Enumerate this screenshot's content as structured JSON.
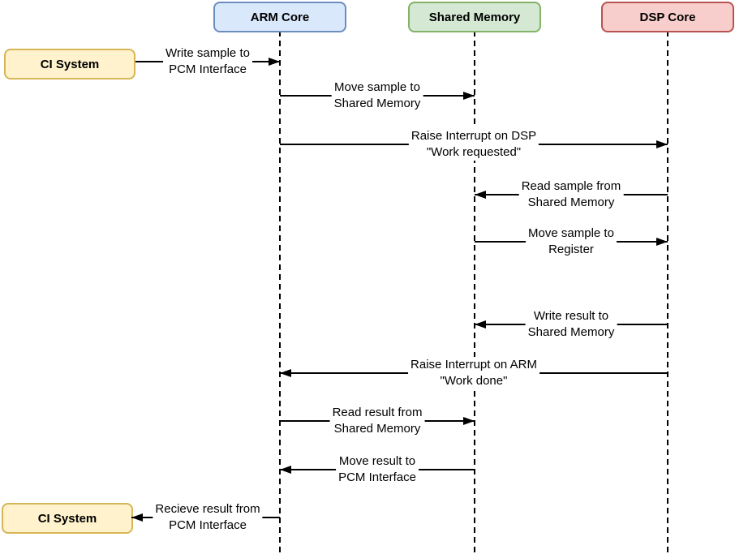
{
  "diagram": {
    "type": "sequence-diagram",
    "actors": [
      {
        "id": "arm",
        "label": "ARM Core"
      },
      {
        "id": "shared",
        "label": "Shared Memory"
      },
      {
        "id": "dsp",
        "label": "DSP Core"
      }
    ],
    "external_actors": [
      {
        "id": "ci-top",
        "label": "CI System",
        "position": "top-left"
      },
      {
        "id": "ci-bottom",
        "label": "CI System",
        "position": "bottom-left"
      }
    ],
    "messages": [
      {
        "text": "Write sample to\nPCM Interface",
        "from": "CI System",
        "to": "ARM Core",
        "direction": "right"
      },
      {
        "text": "Move sample to\nShared Memory",
        "from": "ARM Core",
        "to": "Shared Memory",
        "direction": "right"
      },
      {
        "text": "Raise Interrupt on DSP\n\"Work requested\"",
        "from": "ARM Core",
        "to": "DSP Core",
        "direction": "right"
      },
      {
        "text": "Read sample from\nShared Memory",
        "from": "DSP Core",
        "to": "Shared Memory",
        "direction": "left"
      },
      {
        "text": "Move sample to\nRegister",
        "from": "Shared Memory",
        "to": "DSP Core",
        "direction": "right"
      },
      {
        "text": "Write result to\nShared Memory",
        "from": "DSP Core",
        "to": "Shared Memory",
        "direction": "left"
      },
      {
        "text": "Raise Interrupt on ARM\n\"Work done\"",
        "from": "DSP Core",
        "to": "ARM Core",
        "direction": "left"
      },
      {
        "text": "Read result from\nShared Memory",
        "from": "ARM Core",
        "to": "Shared Memory",
        "direction": "right"
      },
      {
        "text": "Move result to\nPCM Interface",
        "from": "Shared Memory",
        "to": "ARM Core",
        "direction": "left"
      },
      {
        "text": "Recieve result from\nPCM Interface",
        "from": "ARM Core",
        "to": "CI System",
        "direction": "left"
      }
    ],
    "colors": {
      "arm_fill": "#dae8fc",
      "arm_border": "#6c8ebf",
      "shared_fill": "#d5e8d4",
      "shared_border": "#82b366",
      "dsp_fill": "#f8cecc",
      "dsp_border": "#b85450",
      "external_fill": "#fff2cc",
      "external_border": "#d6b656",
      "line": "#000000",
      "background": "#ffffff"
    }
  }
}
